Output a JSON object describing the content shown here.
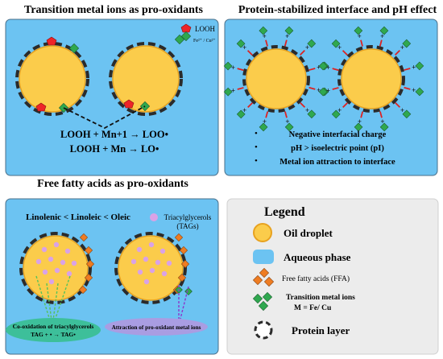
{
  "titles": {
    "transition": "Transition metal ions as pro-oxidants",
    "protein": "Protein-stabilized interface and pH effect",
    "ffa": "Free fatty acids as pro-oxidants"
  },
  "panel_a": {
    "legend_looh": "LOOH",
    "legend_metal": "Fe²⁺ / Cu²⁺",
    "reaction_1": "LOOH + Mn+1 → LOO•",
    "reaction_2": "LOOH + Mn → LO•"
  },
  "panel_b": {
    "bullets": [
      "Negative interfacial charge",
      "pH > isoelectric point (pI)",
      "Metal ion attraction to interface"
    ]
  },
  "panel_c": {
    "order": "Linolenic < Linoleic < Oleic",
    "tag_label_1": "Triacylglycerols",
    "tag_label_2": "(TAGs)",
    "cooxidation_1": "Co-oxidation of triacylglycerols",
    "cooxidation_2": "TAG + • → TAG•",
    "attraction": "Attraction of pro-oxidant metal ions"
  },
  "legend": {
    "title": "Legend",
    "items": [
      "Oil droplet",
      "Aqueous phase",
      "Free fatty acids (FFA)",
      "Transition metal ions",
      "M = Fe/ Cu",
      "Protein layer"
    ]
  },
  "colors": {
    "aqueous": "#6cc3f2",
    "oil": "#fbcc4b",
    "oil_edge": "#e8a21f",
    "metal": "#2fa84f",
    "ffa": "#ee7c22",
    "looh": "#ee2528",
    "tag": "#d9a2e6",
    "legend_bg": "#ececec"
  }
}
